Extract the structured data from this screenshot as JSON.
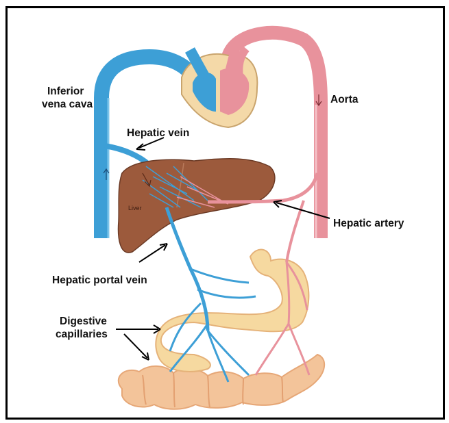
{
  "labels": {
    "inferior_vena_cava_1": "Inferior",
    "inferior_vena_cava_2": "vena cava",
    "aorta": "Aorta",
    "hepatic_vein": "Hepatic vein",
    "hepatic_artery": "Hepatic artery",
    "hepatic_portal_vein": "Hepatic portal vein",
    "digestive_capillaries_1": "Digestive",
    "digestive_capillaries_2": "capillaries",
    "liver": "Liver"
  },
  "colors": {
    "vein": "#3d9fd6",
    "artery": "#e8929c",
    "liver": "#9c5a3c",
    "heart_wall": "#f4d9a8",
    "stomach": "#f6d9a0",
    "intestine": "#f3c49a",
    "arrow": "#000000"
  }
}
